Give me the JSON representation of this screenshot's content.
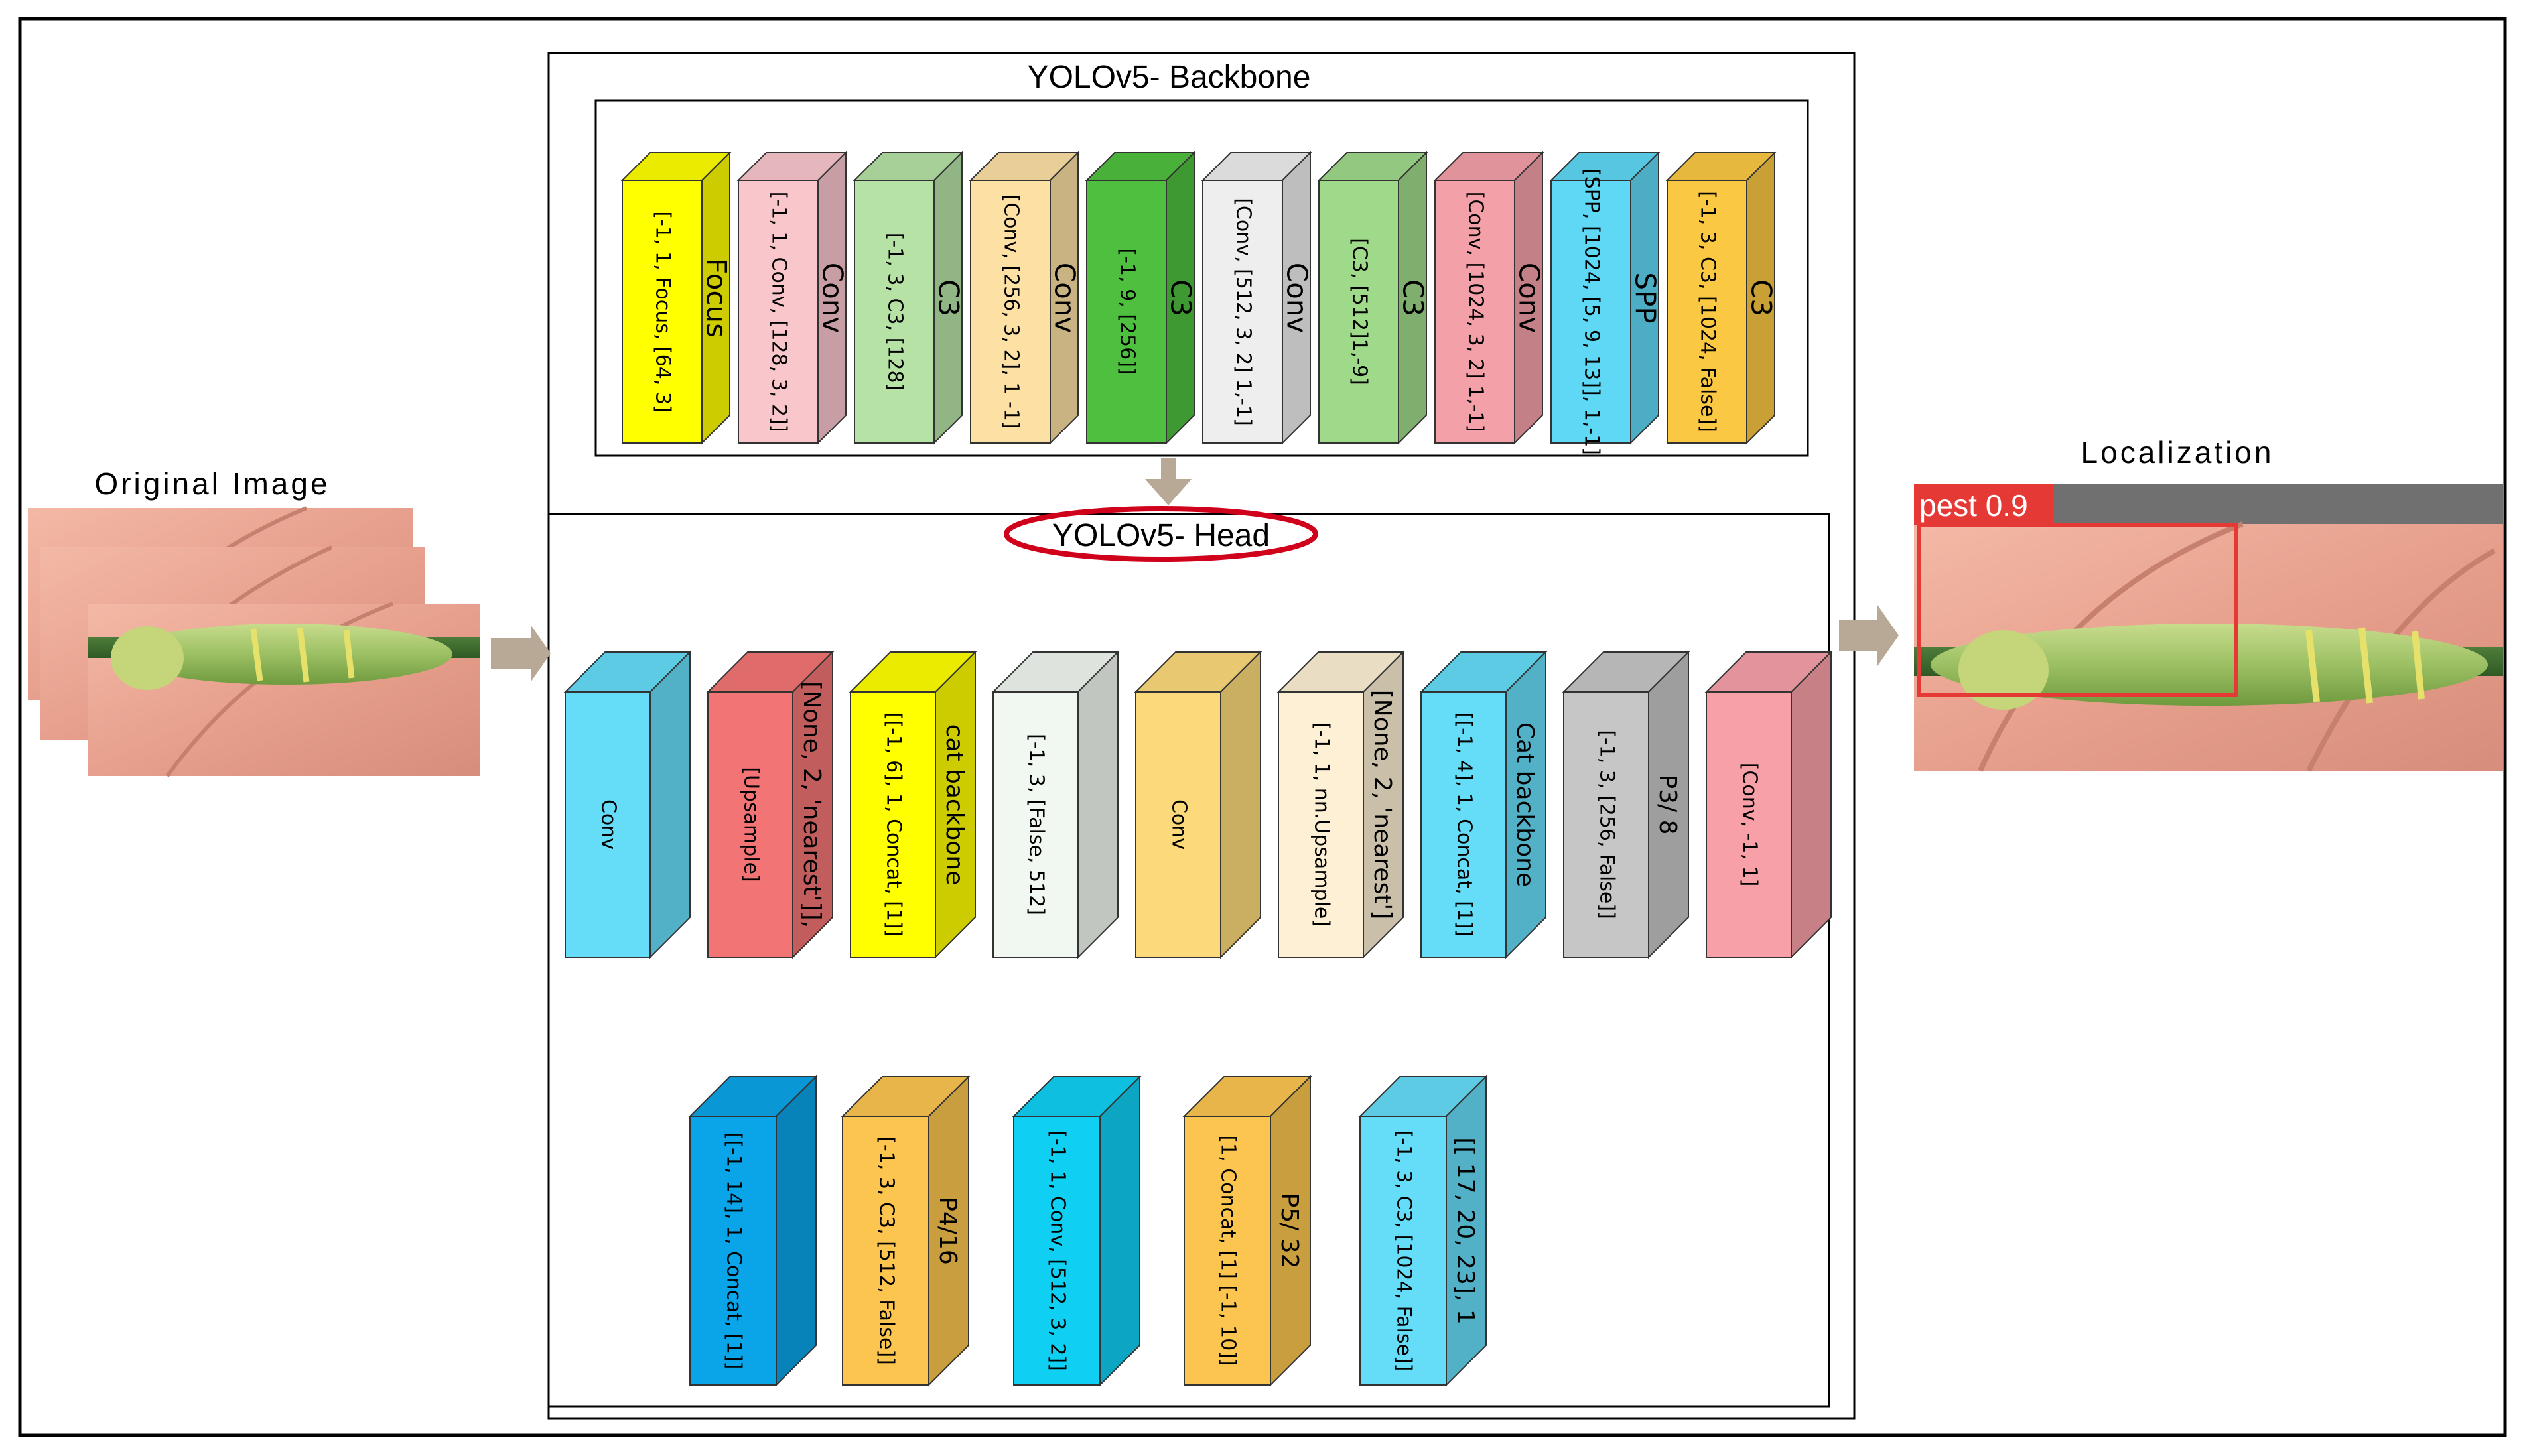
{
  "labels": {
    "original_image": "Original Image",
    "localization": "Localization",
    "backbone_title": "YOLOv5- Backbone",
    "head_title": "YOLOv5- Head",
    "detection_tag": "pest 0.9"
  },
  "backbone_blocks": [
    {
      "name": "Focus",
      "params": "[-1, 1, Focus, [64, 3]",
      "color": "#ffff00"
    },
    {
      "name": "Conv",
      "params": "[-1, 1, Conv, [128, 3, 2]]",
      "color": "#f9c6cc"
    },
    {
      "name": "C3",
      "params": "[-1, 3, C3, [128]",
      "color": "#b6e2a6"
    },
    {
      "name": "Conv",
      "params": "[Conv, [256, 3, 2], 1 -1]",
      "color": "#fde0a4"
    },
    {
      "name": "C3",
      "params": "[-1, 9, [256]]",
      "color": "#4fbf3f"
    },
    {
      "name": "Conv",
      "params": "[Conv, [512, 3, 2] 1,-1]",
      "color": "#eeeeee"
    },
    {
      "name": "C3",
      "params": "[C3, [512]1,-9]",
      "color": "#9fd98a"
    },
    {
      "name": "Conv",
      "params": "[Conv, [1024, 3, 2] 1,-1]",
      "color": "#f4a0a8"
    },
    {
      "name": "SPP",
      "params": "[SPP, [1024, [5, 9, 13]], 1,-1]",
      "color": "#5fd8f5"
    },
    {
      "name": "C3",
      "params": "[-1, 3, C3, [1024, False]]",
      "color": "#fbc843"
    }
  ],
  "head_row1": [
    {
      "name": "",
      "params": "Conv",
      "color": "#66ddf8"
    },
    {
      "name": "[None, 2, 'nearest']],",
      "params": "[Upsample]",
      "color": "#f27474"
    },
    {
      "name": "cat backbone",
      "params": "[[-1, 6], 1, Concat, [1]]",
      "color": "#ffff00"
    },
    {
      "name": "",
      "params": "[-1, 3, [False, 512]",
      "color": "#f1f7f1"
    },
    {
      "name": "",
      "params": "Conv",
      "color": "#fcd97a"
    },
    {
      "name": "[None, 2, 'nearest']",
      "params": "[-1, 1, nn.Upsample]",
      "color": "#fdf0d5"
    },
    {
      "name": "Cat backbone",
      "params": "[[-1, 4], 1, Concat, [1]]",
      "color": "#66ddf8"
    },
    {
      "name": "P3/ 8",
      "params": "[-1, 3, [256, False]]",
      "color": "#c6c6c6"
    },
    {
      "name": "",
      "params": "[Conv, -1, 1]",
      "color": "#f7a0a8"
    }
  ],
  "head_row2": [
    {
      "name": "",
      "params": "[[-1, 14], 1, Concat, [1]]",
      "color": "#0aa4e8"
    },
    {
      "name": "P4/16",
      "params": "[-1, 3, C3, [512, False]]",
      "color": "#fbc54f"
    },
    {
      "name": "",
      "params": "[-1, 1, Conv, [512, 3, 2]]",
      "color": "#0fd0f2"
    },
    {
      "name": "P5/ 32",
      "params": "[1, Concat, [1] [-1, 10]]",
      "color": "#fbc54f"
    },
    {
      "name": "[[ 17, 20, 23], 1",
      "params": "[-1, 3, C3, [1024, False]]",
      "color": "#66ddf8"
    }
  ],
  "colors": {
    "arrow": "#b8a896",
    "border": "#000000",
    "detection_box": "#e53935",
    "banner": "#707070",
    "oval": "#d0021b"
  }
}
